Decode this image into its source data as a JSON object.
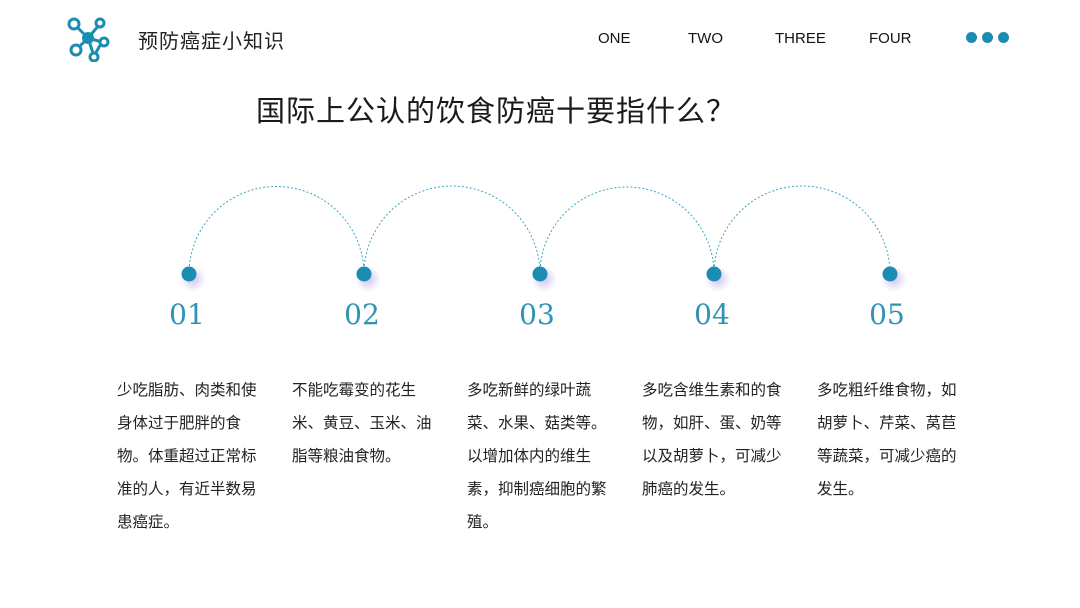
{
  "header": {
    "brand": "预防癌症小知识",
    "logo_icon": "molecule-icon",
    "nav": [
      "ONE",
      "TWO",
      "THREE",
      "FOUR"
    ],
    "more_icon": "ellipsis-icon"
  },
  "main": {
    "title": "国际上公认的饮食防癌十要指什么？",
    "steps": [
      {
        "number": "01",
        "text": "少吃脂肪、肉类和使身体过于肥胖的食物。体重超过正常标准的人，有近半数易患癌症。"
      },
      {
        "number": "02",
        "text": "不能吃霉变的花生米、黄豆、玉米、油脂等粮油食物。"
      },
      {
        "number": "03",
        "text": "多吃新鲜的绿叶蔬菜、水果、菇类等。以增加体内的维生素，抑制癌细胞的繁殖。"
      },
      {
        "number": "04",
        "text": "多吃含维生素和的食物，如肝、蛋、奶等以及胡萝卜，可减少肺癌的发生。"
      },
      {
        "number": "05",
        "text": "多吃粗纤维食物，如胡萝卜、芹菜、莴苣等蔬菜，可减少癌的发生。"
      }
    ]
  },
  "colors": {
    "accent": "#1b8db3",
    "number": "#2e93b5",
    "arc": "#3aa6c0"
  }
}
